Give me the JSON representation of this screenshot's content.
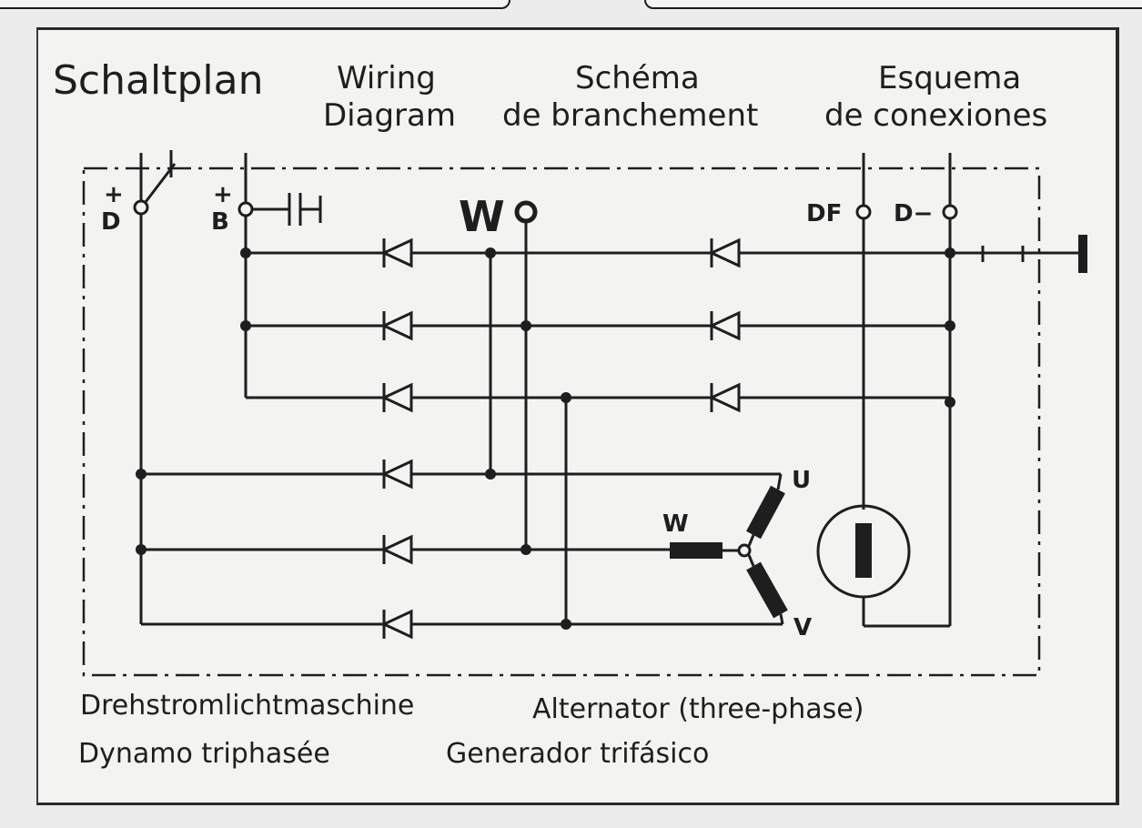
{
  "titles": {
    "german": "Schaltplan",
    "english_1": "Wiring",
    "english_2": "Diagram",
    "french_1": "Schéma",
    "french_2": "de branchement",
    "spanish_1": "Esquema",
    "spanish_2": "de conexiones"
  },
  "terminals": {
    "d_plus_sign": "+",
    "d_letter": "D",
    "b_plus_sign": "+",
    "b_letter": "B",
    "w": "W",
    "df": "DF",
    "d_minus": "D−"
  },
  "phases": {
    "u": "U",
    "v": "V",
    "w": "W"
  },
  "footer": {
    "german": "Drehstromlichtmaschine",
    "english": "Alternator (three-phase)",
    "french": "Dynamo triphasée",
    "spanish": "Generador trifásico"
  },
  "colors": {
    "ink": "#1e1e1e",
    "paper": "#f3f3f1",
    "background": "#ececec"
  }
}
